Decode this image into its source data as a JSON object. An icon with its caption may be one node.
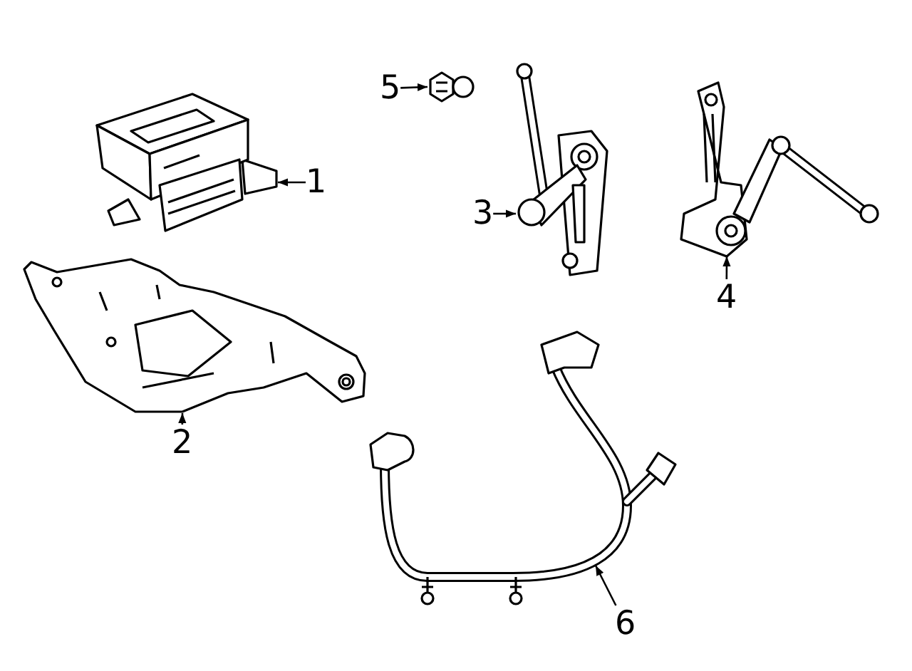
{
  "diagram": {
    "nodes": [
      {
        "text": [
          "5"
        ]
      },
      {
        "text": [],
        "shape": "picture"
      },
      {
        "text": [
          "1"
        ]
      },
      {
        "text": [],
        "shape": "picture"
      },
      {
        "text": [
          "3"
        ]
      },
      {
        "text": [],
        "shape": "picture"
      },
      {
        "text": [],
        "shape": "picture"
      },
      {
        "text": [
          "4"
        ]
      },
      {
        "text": [],
        "shape": "picture"
      },
      {
        "text": [
          "2"
        ]
      },
      {
        "text": [],
        "shape": "picture"
      },
      {
        "text": [
          "6"
        ]
      }
    ],
    "edges": [
      {
        "from": 0,
        "to": 1,
        "arrow": "to"
      },
      {
        "from": 2,
        "to": 3,
        "arrow": "to"
      },
      {
        "from": 4,
        "to": 5,
        "arrow": "to"
      },
      {
        "from": 7,
        "to": 6,
        "arrow": "to"
      },
      {
        "from": 9,
        "to": 8,
        "arrow": "to"
      },
      {
        "from": 11,
        "to": 10,
        "arrow": "to"
      }
    ]
  }
}
